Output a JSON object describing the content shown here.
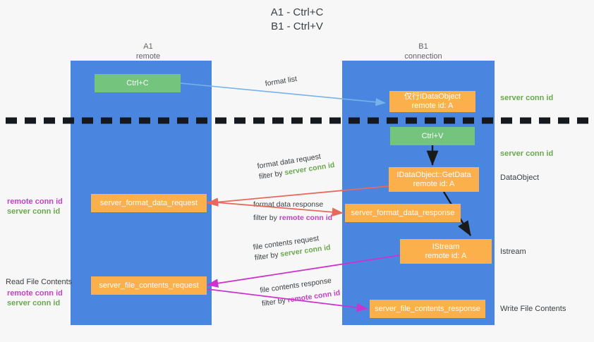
{
  "title": {
    "line1": "A1 - Ctrl+C",
    "line2": "B1 - Ctrl+V"
  },
  "columns": [
    {
      "name": "A1",
      "sub": "remote"
    },
    {
      "name": "B1",
      "sub": "connection"
    }
  ],
  "nodes": {
    "ctrl_c": {
      "label": "Ctrl+C"
    },
    "ctrl_v": {
      "label": "Ctrl+V"
    },
    "idataobject": {
      "line1": "仅行IDataObject",
      "line2": "remote id: A"
    },
    "getdata": {
      "line1": "IDataObject::GetData",
      "line2": "remote id: A"
    },
    "istream": {
      "line1": "IStream",
      "line2": "remote id: A"
    },
    "format_data_request": {
      "label": "server_format_data_request"
    },
    "format_data_response": {
      "label": "server_format_data_response"
    },
    "file_contents_request": {
      "label": "server_file_contents_request"
    },
    "file_contents_response": {
      "label": "server_file_contents_response"
    }
  },
  "edge_labels": {
    "format_list": "format list",
    "format_data_request": {
      "line1": "format data request",
      "prefix": "filter by ",
      "key": "server conn id"
    },
    "format_data_response": {
      "line1": "format data response",
      "prefix": "filter by ",
      "key": "remote conn id"
    },
    "file_contents_request": {
      "line1": "file contents request",
      "prefix": "filter by ",
      "key": "server conn id"
    },
    "file_contents_response": {
      "line1": "file contents response",
      "prefix": "filter by ",
      "key": "remote conn id"
    }
  },
  "right_labels": [
    {
      "text": "server conn id",
      "style": "green"
    },
    {
      "text": "server conn id",
      "style": "green"
    },
    {
      "text": "DataObject",
      "style": "plain"
    },
    {
      "text": "Istream",
      "style": "plain"
    },
    {
      "text": "Write File Contents",
      "style": "plain"
    }
  ],
  "left_labels": {
    "pair_top": {
      "remote": "remote conn id",
      "server": "server conn id"
    },
    "read_file_contents": "Read File Contents",
    "pair_bottom": {
      "remote": "remote conn id",
      "server": "server conn id"
    }
  },
  "colors": {
    "lane": "#4a86e0",
    "green_box": "#74c47e",
    "orange_box": "#fbb04c",
    "green_text": "#6aa84f",
    "magenta_text": "#c341c3",
    "red_arrow": "#e8695c",
    "magenta_arrow": "#cc33cc",
    "blue_arrow": "#77b3e8",
    "black_arrow": "#1a1a1a",
    "background": "#f7f7f7"
  }
}
